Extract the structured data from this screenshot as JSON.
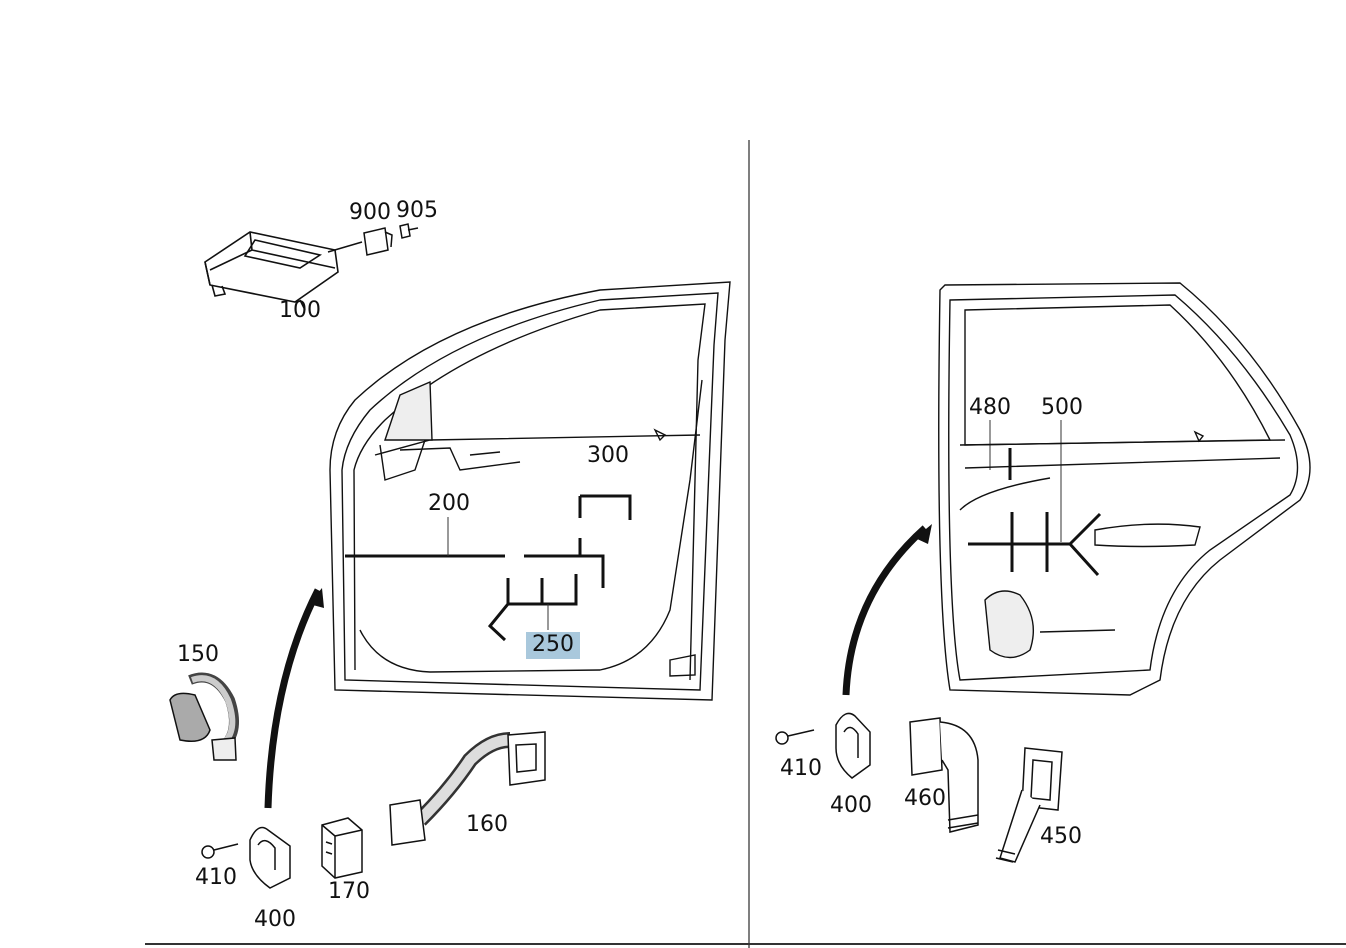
{
  "diagram": {
    "highlight_color": "#a9c8dc",
    "callouts": {
      "c900": "900",
      "c905": "905",
      "c100": "100",
      "c200": "200",
      "c300": "300",
      "c250": "250",
      "c150": "150",
      "c160": "160",
      "c170": "170",
      "c410_left": "410",
      "c400_left": "400",
      "c480": "480",
      "c500": "500",
      "c410_right": "410",
      "c400_right": "400",
      "c460": "460",
      "c450": "450"
    },
    "highlighted_callout": "250"
  }
}
